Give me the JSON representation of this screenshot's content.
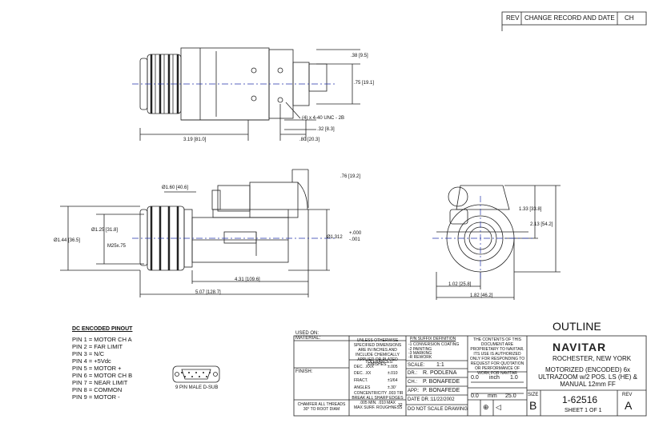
{
  "revision_block": {
    "rev_header": "REV",
    "change_record_header": "CHANGE RECORD AND DATE",
    "ch_header": "CH"
  },
  "dimensions": {
    "top_view": {
      "dim_38": ".38 [9.5]",
      "dim_75": ".75 [19.1]",
      "thread_note": "(4) x 4-40 UNC - 2B",
      "dim_32": ".32 [8.3]",
      "dim_319": "3.19 [81.0]",
      "dim_80": ".80 [20.3]"
    },
    "side_view": {
      "dim_76": ".76 [19.2]",
      "dim_160": "Ø1.60 [40.6]",
      "dim_125": "Ø1.25 [31.8]",
      "dim_144": "Ø1.44 [36.5]",
      "thread_m25": "M25x.75",
      "dim_1312": "Ø1.312",
      "tol_plus": "+.000",
      "tol_minus": "-.001",
      "dim_431": "4.31 [109.6]",
      "dim_507": "5.07 [128.7]"
    },
    "end_view": {
      "dim_133": "1.33 [33.8]",
      "dim_213": "2.13 [54.2]",
      "dim_102": "1.02 [25.8]",
      "dim_182": "1.82 [46.2]"
    }
  },
  "pinout": {
    "title": "DC ENCODED PINOUT",
    "pins": [
      "PIN 1 = MOTOR CH A",
      "PIN 2 = FAR LIMIT",
      "PIN 3 = N/C",
      "PIN 4 = +5Vdc",
      "PIN 5 = MOTOR +",
      "PIN 6 = MOTOR CH B",
      "PIN 7 = NEAR LIMIT",
      "PIN 8 = COMMON",
      "PIN 9 = MOTOR -"
    ],
    "connector_label": "9 PIN MALE D-SUB"
  },
  "title_block": {
    "outline": "OUTLINE",
    "used_on": "USED ON:",
    "material": "MATERIAL:",
    "finish": "FINISH:",
    "general_note": "UNLESS OTHERWISE SPECIFIED DIMENSIONS ARE IN INCHES AND INCLUDE CHEMICALLY APPLIED OR PLATED FINISHES.",
    "tolerances_header": "TOLERANCES:",
    "tol_rows": [
      {
        "label": "DEC. .XXX",
        "value": "±.005"
      },
      {
        "label": "DEC. .XX",
        "value": "±.010"
      },
      {
        "label": "FRACT.",
        "value": "±1/64"
      },
      {
        "label": "ANGLES",
        "value": "±.30'"
      }
    ],
    "concentricity": "CONCENTRICITY  .003 TIR",
    "break_edges": "BREAK ALL SHARP EDGES .005 MIN. .010 MAX",
    "surface": "MAX SURF. ROUGHNESS",
    "surface_value": "32",
    "chamfer": "CHAMFER ALL THREADS 30° TO ROOT DIAM",
    "suffix_title": "P/N SUFFIX DEFINITION",
    "suffix_items": [
      "-1 CONVERSION COATING",
      "-2 PAINTING",
      "-3 MARKING",
      "-R REWORK"
    ],
    "scale_label": "SCALE:",
    "scale_value": "1:1",
    "dr_label": "DR.:",
    "dr_value": "R. PODLENA",
    "ch_label": "CH.:",
    "ch_value": "P. BONAFEDE",
    "app_label": "APP.:",
    "app_value": "P. BONAFEDE",
    "date_label": "DATE DR.:",
    "date_value": "11/22/2002",
    "do_not_scale": "DO NOT SCALE DRAWING",
    "proprietary": "THE CONTENTS OF THIS DOCUMENT ARE PROPRIETARY TO NAVITAR. ITS USE IS AUTHORIZED ONLY FOR RESPONDING TO REQUEST FOR QUOTATION OR PERFORMANCE OF WORK FOR NAVITAR",
    "scale_inch": {
      "start": "0.0",
      "unit": "inch",
      "end": "1.0"
    },
    "scale_mm": {
      "start": "0.0",
      "unit": "mm",
      "end": "25.0"
    },
    "company_logo": "NAVITAR",
    "company_location": "ROCHESTER, NEW YORK",
    "description": "MOTORIZED (ENCODED) 6x ULTRAZOOM w/2 POS. LS (HE) & MANUAL 12mm FF",
    "size_label": "SIZE",
    "size_value": "B",
    "part_number": "1-62516",
    "sheet": "SHEET 1 OF 1",
    "rev_label": "REV",
    "rev_value": "A"
  }
}
